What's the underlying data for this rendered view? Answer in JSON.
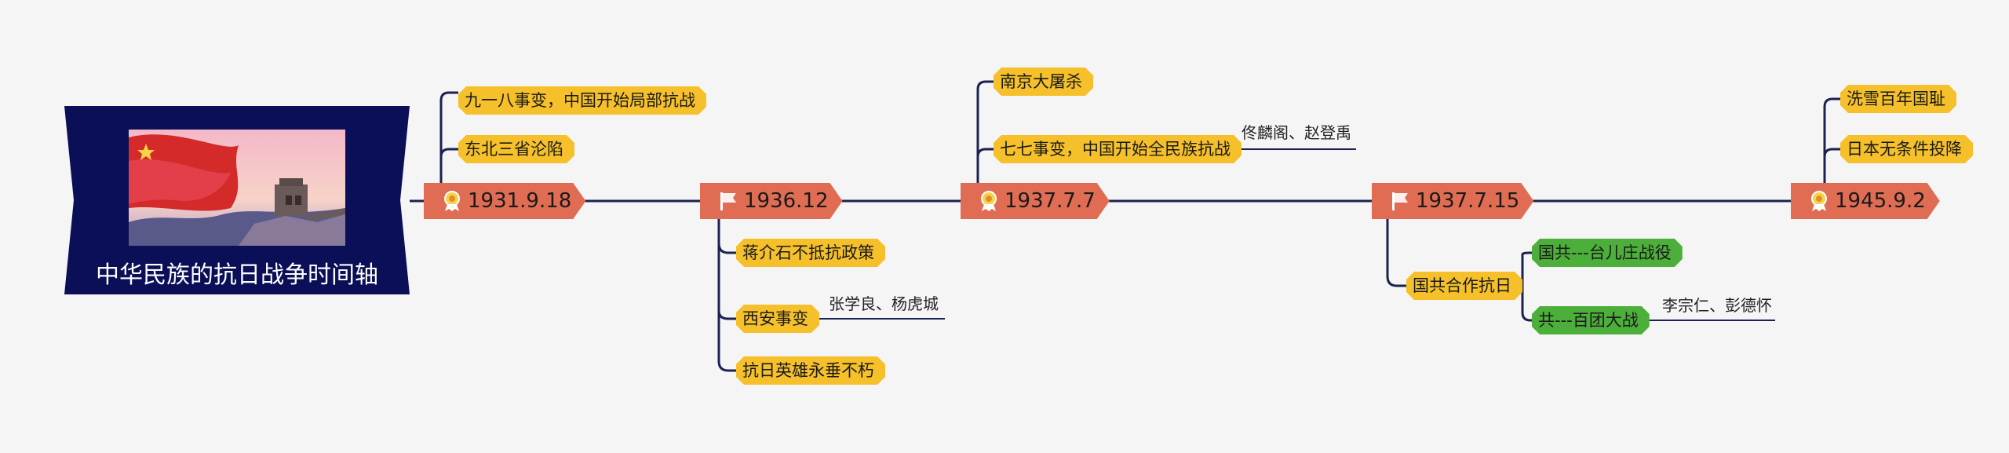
{
  "title": "中华民族的抗日战争时间轴",
  "colors": {
    "banner": "#0a0f57",
    "milestone": "#e06c53",
    "leaf": "#f5c02a",
    "leaf_green": "#4caf3a",
    "line": "#1b2150"
  },
  "milestones": [
    {
      "label": "1931.9.18",
      "icon": "medal-icon"
    },
    {
      "label": "1936.12",
      "icon": "flag-icon"
    },
    {
      "label": "1937.7.7",
      "icon": "medal-icon"
    },
    {
      "label": "1937.7.15",
      "icon": "flag-icon"
    },
    {
      "label": "1945.9.2",
      "icon": "medal-icon"
    }
  ],
  "branches": {
    "m1": [
      "九一八事变，中国开始局部抗战",
      "东北三省沦陷"
    ],
    "m2": [
      "蒋介石不抵抗政策",
      "西安事变",
      "抗日英雄永垂不朽"
    ],
    "m2_note": "张学良、杨虎城",
    "m3": [
      "南京大屠杀",
      "七七事变，中国开始全民族抗战"
    ],
    "m3_note": "佟麟阁、赵登禹",
    "m4": [
      "国共合作抗日"
    ],
    "m4_sub": [
      "国共---台儿庄战役",
      "共---百团大战"
    ],
    "m4_note": "李宗仁、彭德怀",
    "m5": [
      "洗雪百年国耻",
      "日本无条件投降"
    ]
  }
}
